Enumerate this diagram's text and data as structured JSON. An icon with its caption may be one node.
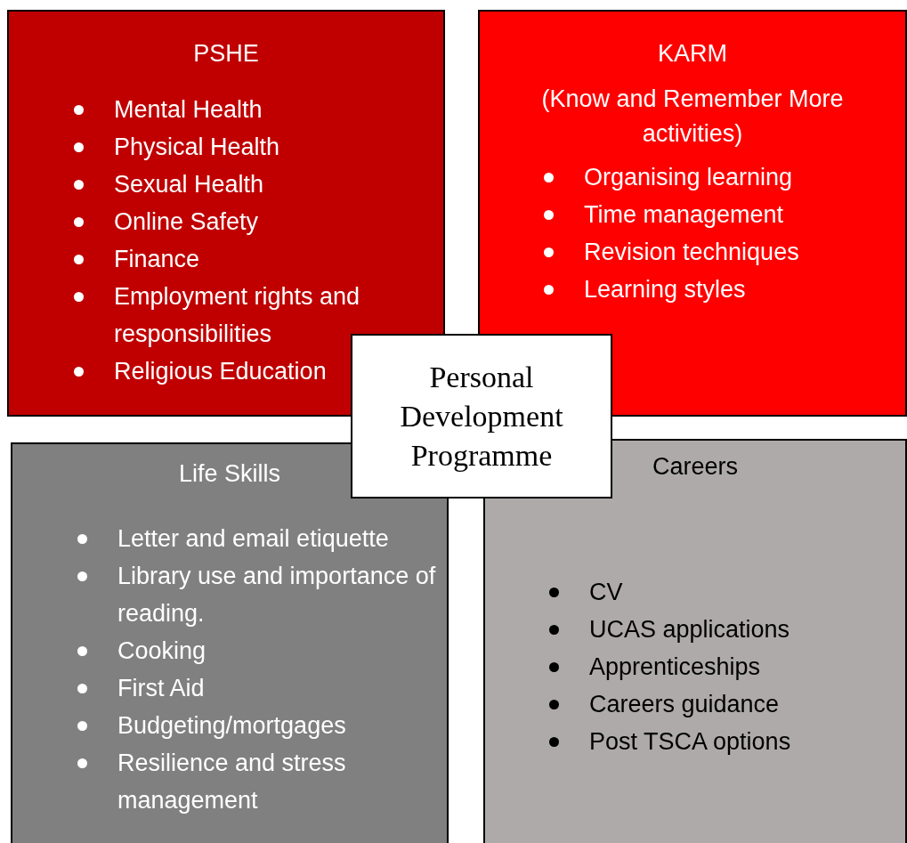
{
  "diagram": {
    "nodes": [
      {
        "text": [
          "PSHE",
          "Mental Health",
          "Physical Health",
          "Sexual Health",
          "Online Safety",
          "Finance",
          "Employment rights and responsibilities",
          "Religious Education"
        ]
      },
      {
        "text": [
          "KARM",
          "(Know and Remember More activities)",
          "Organising learning",
          "Time management",
          "Revision techniques",
          "Learning styles"
        ]
      },
      {
        "text": [
          "Personal Development Programme"
        ]
      },
      {
        "text": [
          "Life Skills",
          "Letter and email etiquette",
          "Library use and importance of reading.",
          "Cooking",
          "First Aid",
          "Budgeting/mortgages",
          "Resilience and stress management"
        ]
      },
      {
        "text": [
          "Careers",
          "CV",
          "UCAS applications",
          "Apprenticeships",
          "Careers guidance",
          "Post TSCA options"
        ]
      }
    ]
  }
}
